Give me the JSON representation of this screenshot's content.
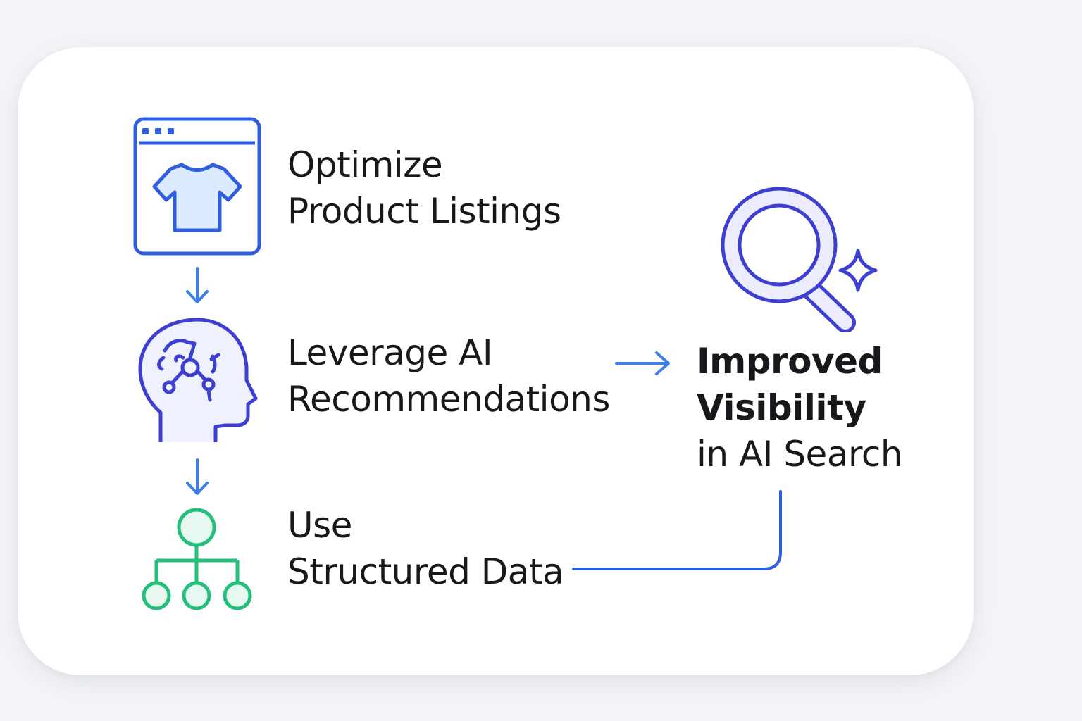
{
  "colors": {
    "primary_blue": "#2f5fe0",
    "deep_blue": "#3d3fd0",
    "arrow_blue": "#3f7fe8",
    "green": "#22c07a",
    "icon_fill_light": "#dbeafe",
    "background": "#f4f5f8",
    "card": "#ffffff",
    "text": "#17181c"
  },
  "steps": [
    {
      "icon": "product-listing-icon",
      "line1": "Optimize",
      "line2": "Product Listings"
    },
    {
      "icon": "ai-head-icon",
      "line1": "Leverage AI",
      "line2": "Recommendations"
    },
    {
      "icon": "structured-data-icon",
      "line1": "Use",
      "line2": "Structured Data"
    }
  ],
  "result": {
    "icon": "search-sparkle-icon",
    "line1": "Improved",
    "line2": "Visibility",
    "line3": "in AI Search"
  }
}
